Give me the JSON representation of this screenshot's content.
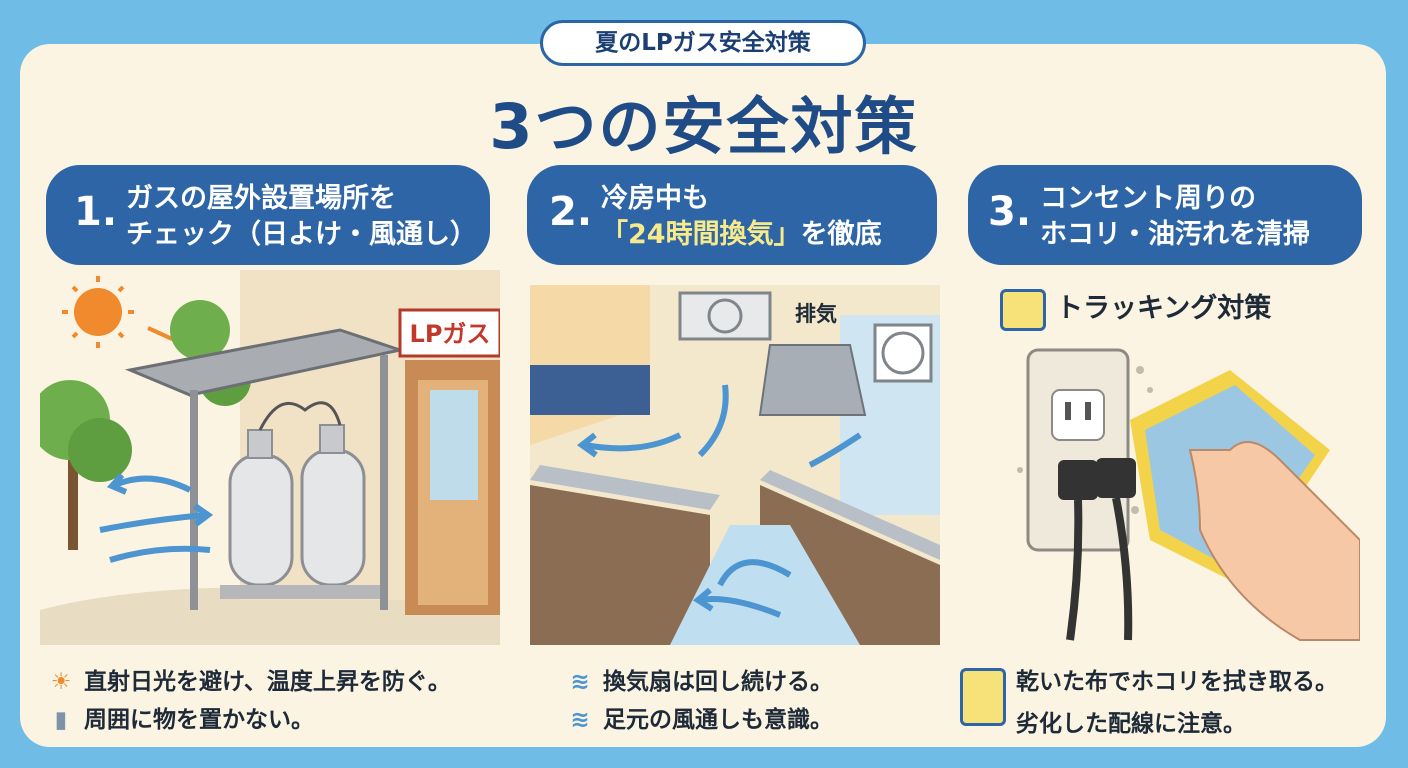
{
  "tagline": "夏のLPガス安全対策",
  "title": "3つの安全対策",
  "steps": [
    {
      "number": "1.",
      "line1": "ガスの屋外設置場所を",
      "line2": "チェック（日よけ・風通し）",
      "sign_text": "LPガス",
      "notes": [
        {
          "icon": "sun-icon",
          "text": "直射日光を避け、温度上昇を防ぐ。"
        },
        {
          "icon": "objects-icon",
          "text": "周囲に物を置かない。"
        }
      ]
    },
    {
      "number": "2.",
      "line1": "冷房中も",
      "line2_highlight": "「24時間換気」",
      "line2_rest": "を徹底",
      "exhaust_label": "排気",
      "notes": [
        {
          "icon": "wind-icon",
          "text": "換気扇は回し続ける。"
        },
        {
          "icon": "wind-icon",
          "text": "足元の風通しも意識。"
        }
      ]
    },
    {
      "number": "3.",
      "line1": "コンセント周りの",
      "line2": "ホコリ・油汚れを清掃",
      "tracking_label": "トラッキング対策",
      "notes_line1": "乾いた布でホコリを拭き取る。",
      "notes_line2": "劣化した配線に注意。",
      "notes_icon": "cleaning-cloth-icon"
    }
  ],
  "colors": {
    "background": "#6fbde6",
    "card": "#fbf4e3",
    "header_blue": "#2d65a6",
    "title_blue": "#1f4c86",
    "highlight": "#f7ea8a"
  }
}
